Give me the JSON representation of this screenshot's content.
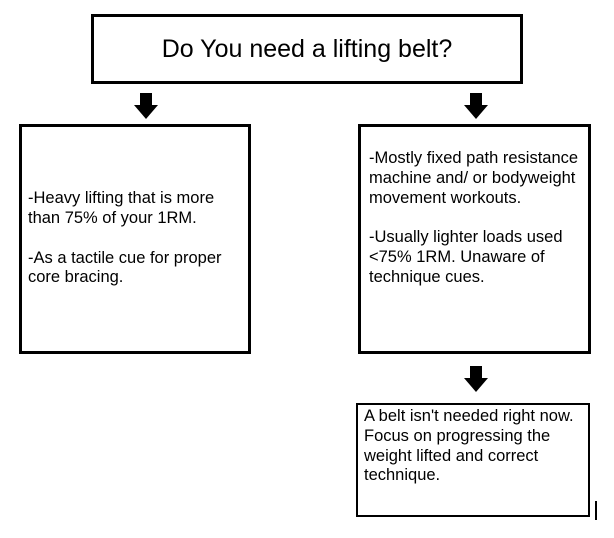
{
  "diagram": {
    "title": "Do You need a lifting belt?",
    "left_box": {
      "paragraphs": [
        "-Heavy lifting that is more than 75% of your 1RM.",
        "-As a tactile cue for proper core bracing."
      ]
    },
    "right_box": {
      "paragraphs": [
        "-Mostly fixed path resistance machine and/ or bodyweight movement workouts.",
        "-Usually lighter loads used <75% 1RM. Unaware of technique cues."
      ]
    },
    "result_box": {
      "text": "A belt isn't needed right now. Focus on progressing the weight lifted and correct technique."
    }
  },
  "colors": {
    "border": "#000000",
    "background": "#ffffff",
    "text": "#000000"
  },
  "icons": {
    "arrows": "arrow-down-icon"
  }
}
